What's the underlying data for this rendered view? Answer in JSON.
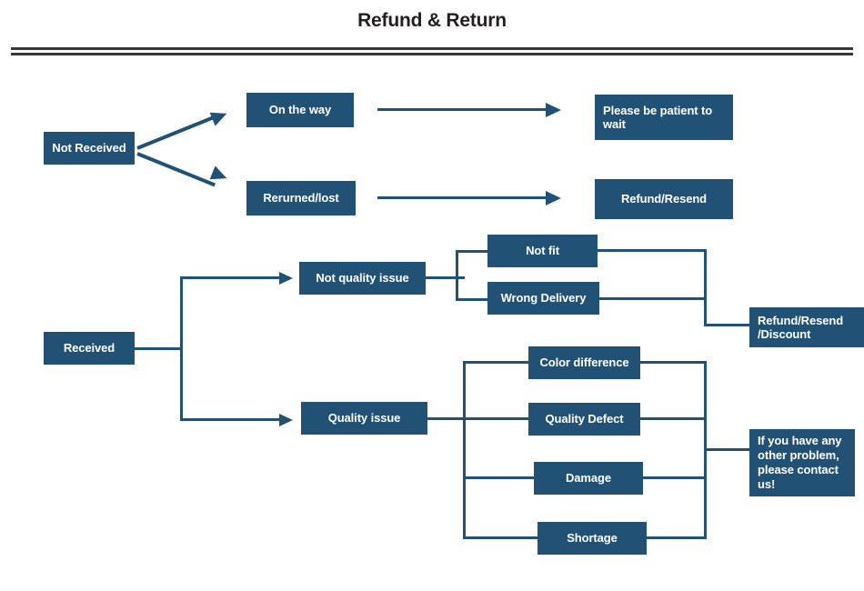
{
  "page": {
    "title": "Refund & Return",
    "accent_color": "#215275",
    "title_color": "#231f20",
    "background": "#ffffff"
  },
  "nodes": {
    "not_received": "Not Received",
    "on_the_way": "On the way",
    "returned_lost": "Rerurned/lost",
    "please_wait": "Please be patient to wait",
    "refund_resend": "Refund/Resend",
    "received": "Received",
    "not_quality_issue": "Not quality issue",
    "quality_issue": "Quality issue",
    "not_fit": "Not fit",
    "wrong_delivery": "Wrong Delivery",
    "color_difference": "Color difference",
    "quality_defect": "Quality Defect",
    "damage": "Damage",
    "shortage": "Shortage",
    "refund_resend_discount": "Refund/Resend /Discount",
    "contact_us": "If you have any  other problem, please contact us!"
  },
  "flow": {
    "branches": [
      {
        "from": "Not Received",
        "to": [
          "On the way",
          "Rerurned/lost"
        ]
      },
      {
        "from": "On the way",
        "to": [
          "Please be patient to wait"
        ]
      },
      {
        "from": "Rerurned/lost",
        "to": [
          "Refund/Resend"
        ]
      },
      {
        "from": "Received",
        "to": [
          "Not quality issue",
          "Quality issue"
        ]
      },
      {
        "from": "Not quality issue",
        "to": [
          "Not fit",
          "Wrong Delivery"
        ]
      },
      {
        "from": "Quality issue",
        "to": [
          "Color difference",
          "Quality Defect",
          "Damage",
          "Shortage"
        ]
      },
      {
        "from": "Not fit, Wrong Delivery",
        "to": [
          "Refund/Resend /Discount"
        ]
      },
      {
        "from": "Color difference, Quality Defect, Damage, Shortage",
        "to": [
          "If you have any other problem, please contact us!"
        ]
      }
    ]
  }
}
